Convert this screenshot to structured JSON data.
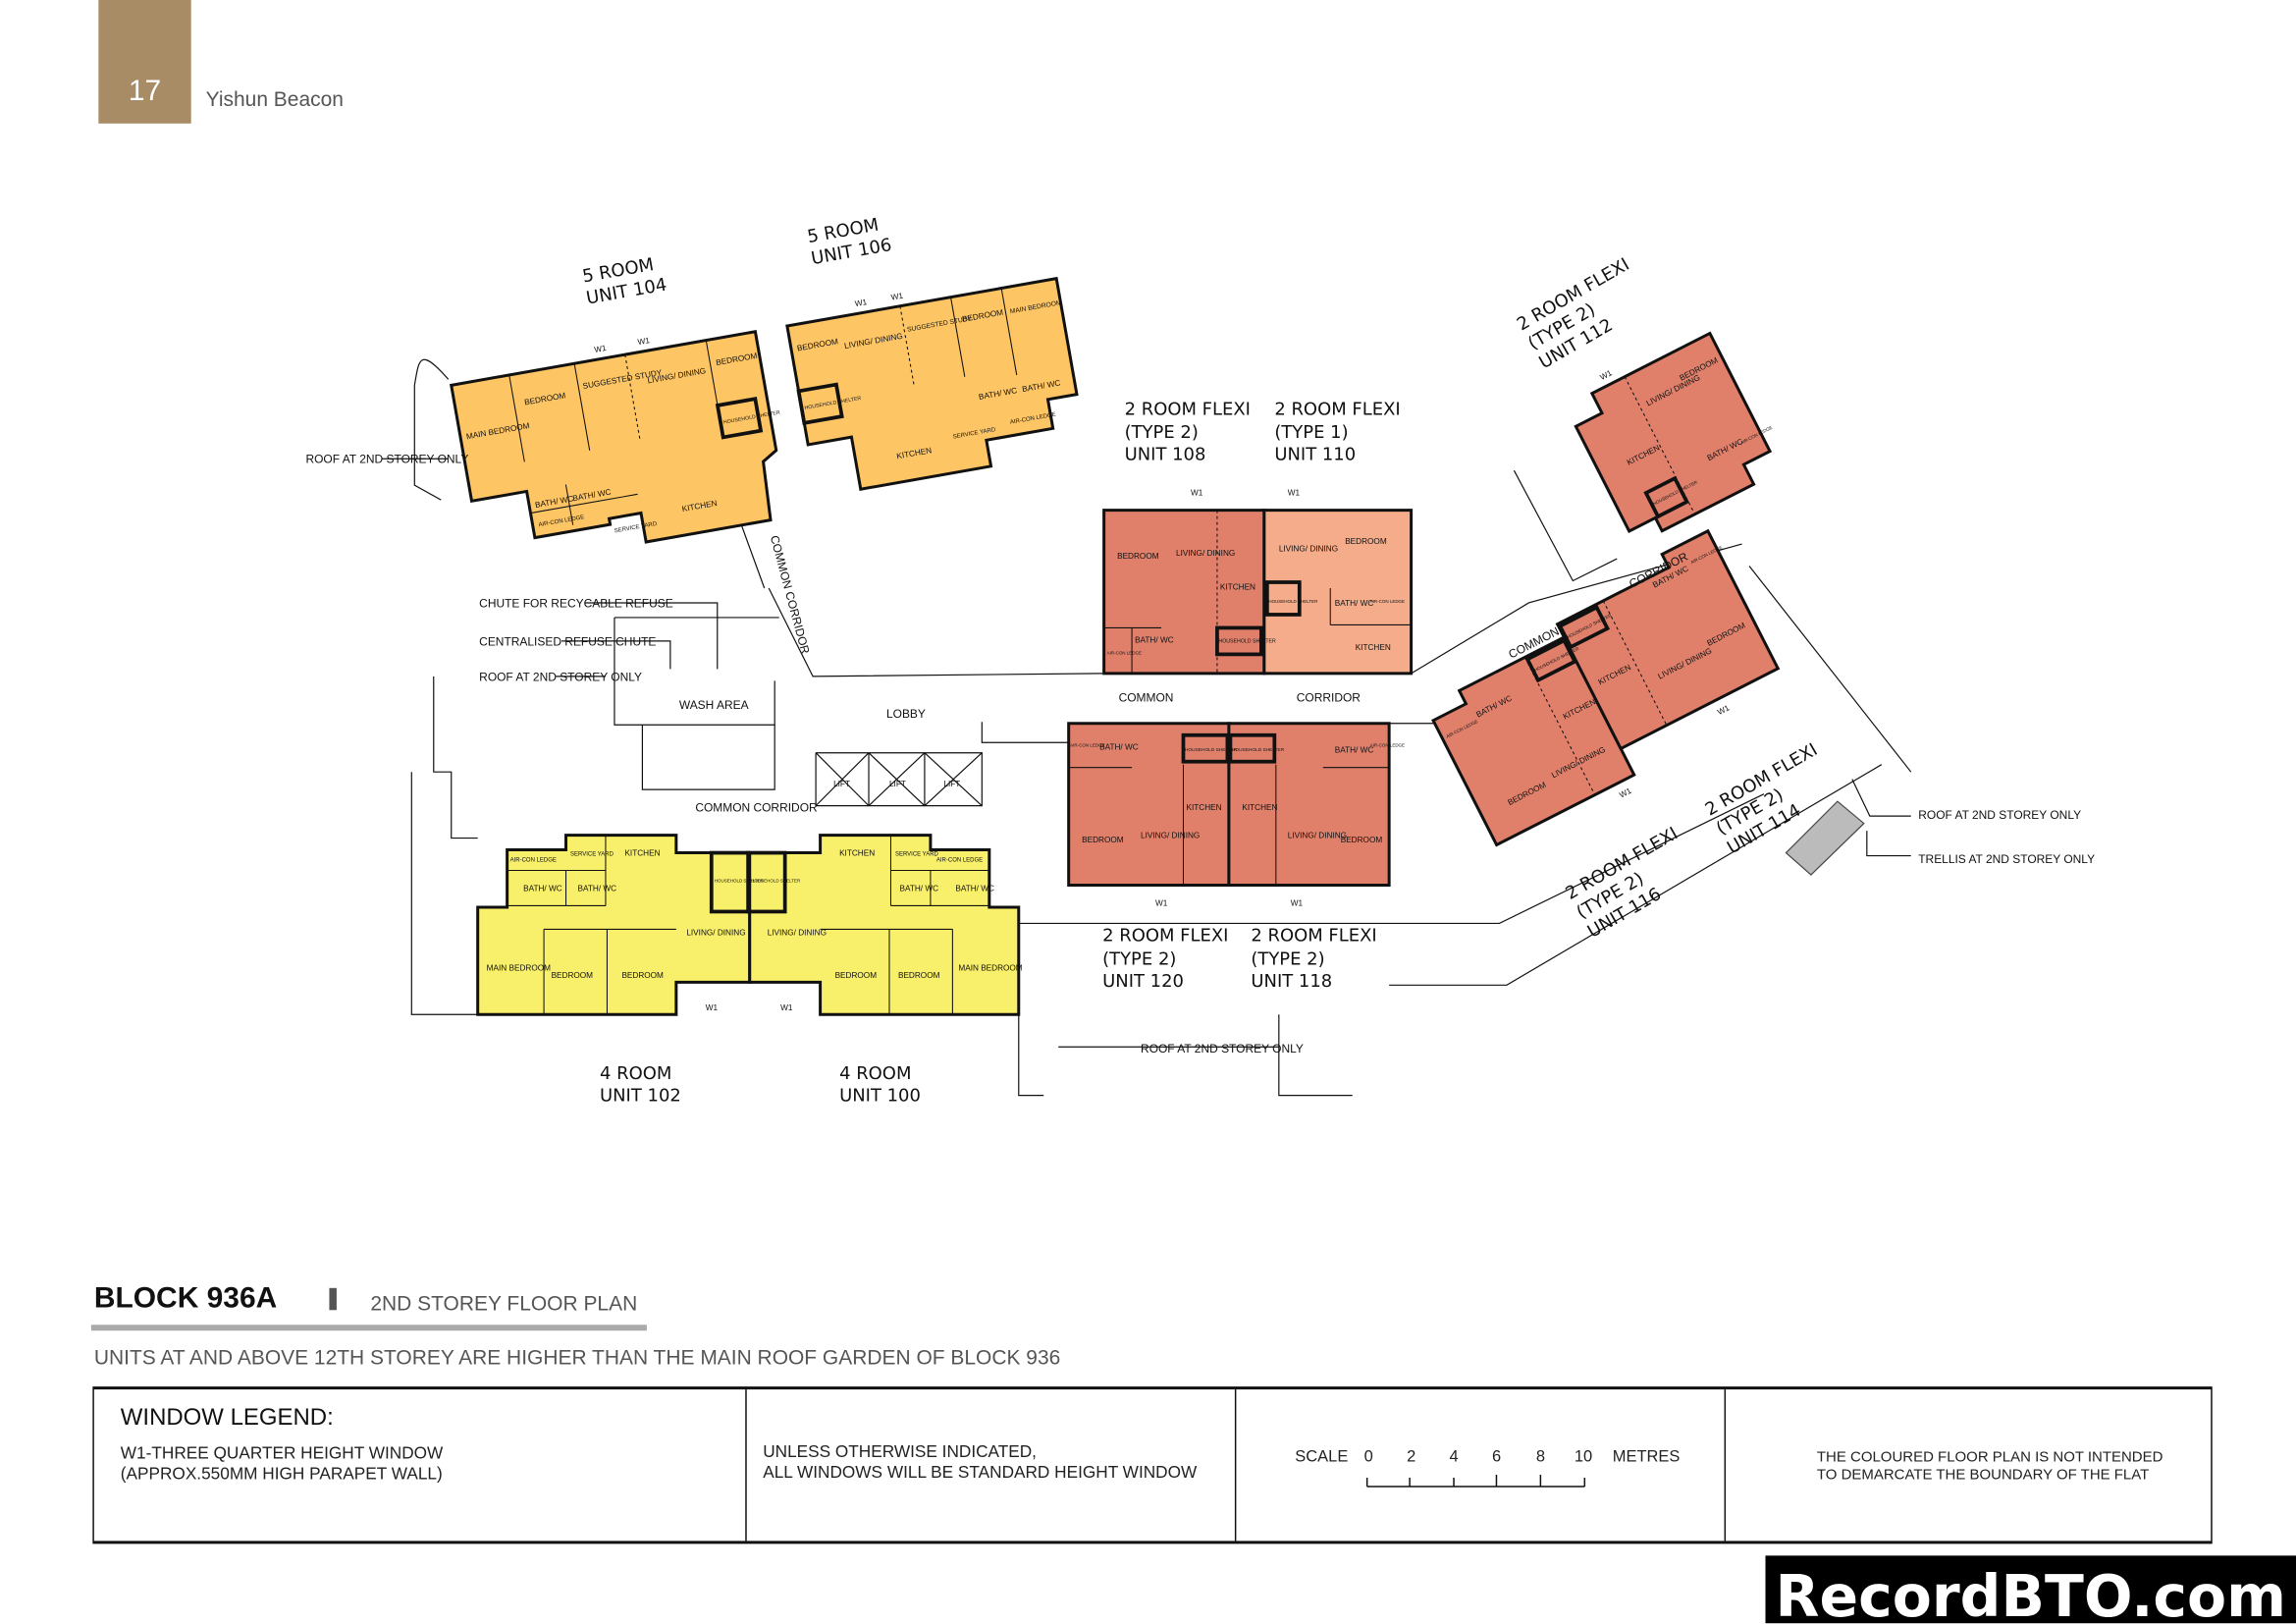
{
  "header": {
    "page_number": "17",
    "project": "Yishun Beacon"
  },
  "colors": {
    "header_box": "#a88c66",
    "five_room": "#fdc564",
    "four_room": "#f8ef6a",
    "two_room_flexi": "#e0806b",
    "two_room_flexi_type1": "#f5ac8a"
  },
  "units": {
    "u104": {
      "type": "5 ROOM",
      "unit": "UNIT 104"
    },
    "u106": {
      "type": "5 ROOM",
      "unit": "UNIT 106"
    },
    "u108": {
      "type": "2 ROOM FLEXI",
      "variant": "(TYPE 2)",
      "unit": "UNIT 108"
    },
    "u110": {
      "type": "2 ROOM FLEXI",
      "variant": "(TYPE 1)",
      "unit": "UNIT 110"
    },
    "u112": {
      "type": "2 ROOM FLEXI",
      "variant": "(TYPE 2)",
      "unit": "UNIT 112"
    },
    "u114": {
      "type": "2 ROOM FLEXI",
      "variant": "(TYPE 2)",
      "unit": "UNIT 114"
    },
    "u116": {
      "type": "2 ROOM FLEXI",
      "variant": "(TYPE 2)",
      "unit": "UNIT 116"
    },
    "u118": {
      "type": "2 ROOM FLEXI",
      "variant": "(TYPE 2)",
      "unit": "UNIT 118"
    },
    "u120": {
      "type": "2 ROOM FLEXI",
      "variant": "(TYPE 2)",
      "unit": "UNIT 120"
    },
    "u102": {
      "type": "4 ROOM",
      "unit": "UNIT 102"
    },
    "u100": {
      "type": "4 ROOM",
      "unit": "UNIT 100"
    }
  },
  "rooms": {
    "main_bedroom": "MAIN BEDROOM",
    "bedroom": "BEDROOM",
    "study": "SUGGESTED STUDY",
    "living": "LIVING/ DINING",
    "shelter": "HOUSEHOLD SHELTER",
    "bath": "BATH/ WC",
    "aircon": "AIR-CON LEDGE",
    "service": "SERVICE YARD",
    "kitchen": "KITCHEN",
    "window": "W1",
    "lift": "LIFT"
  },
  "annotations": {
    "roof_2nd": "ROOF AT 2ND STOREY ONLY",
    "chute_recycle": "CHUTE FOR RECYCABLE REFUSE",
    "chute_central": "CENTRALISED REFUSE CHUTE",
    "trellis": "TRELLIS AT 2ND STOREY ONLY",
    "wash_area": "WASH AREA",
    "lobby": "LOBBY",
    "common_corridor": "COMMON CORRIDOR",
    "common": "COMMON",
    "corridor": "CORRIDOR"
  },
  "footer": {
    "block": "BLOCK 936A",
    "subtitle": "2ND STOREY FLOOR PLAN",
    "note": "UNITS AT AND ABOVE 12TH STOREY ARE HIGHER THAN THE MAIN ROOF GARDEN OF BLOCK 936",
    "legend_title": "WINDOW LEGEND:",
    "legend_line1": "W1-THREE QUARTER HEIGHT WINDOW",
    "legend_line2": "(APPROX.550MM HIGH PARAPET WALL)",
    "unless_line1": "UNLESS OTHERWISE INDICATED,",
    "unless_line2": "ALL WINDOWS WILL BE STANDARD HEIGHT WINDOW",
    "scale_label": "SCALE",
    "scale_ticks": [
      "0",
      "2",
      "4",
      "6",
      "8",
      "10"
    ],
    "scale_unit": "METRES",
    "disclaimer1": "THE COLOURED FLOOR PLAN IS NOT INTENDED",
    "disclaimer2": "TO DEMARCATE THE BOUNDARY OF THE FLAT"
  },
  "watermark": "RecordBTO.com"
}
